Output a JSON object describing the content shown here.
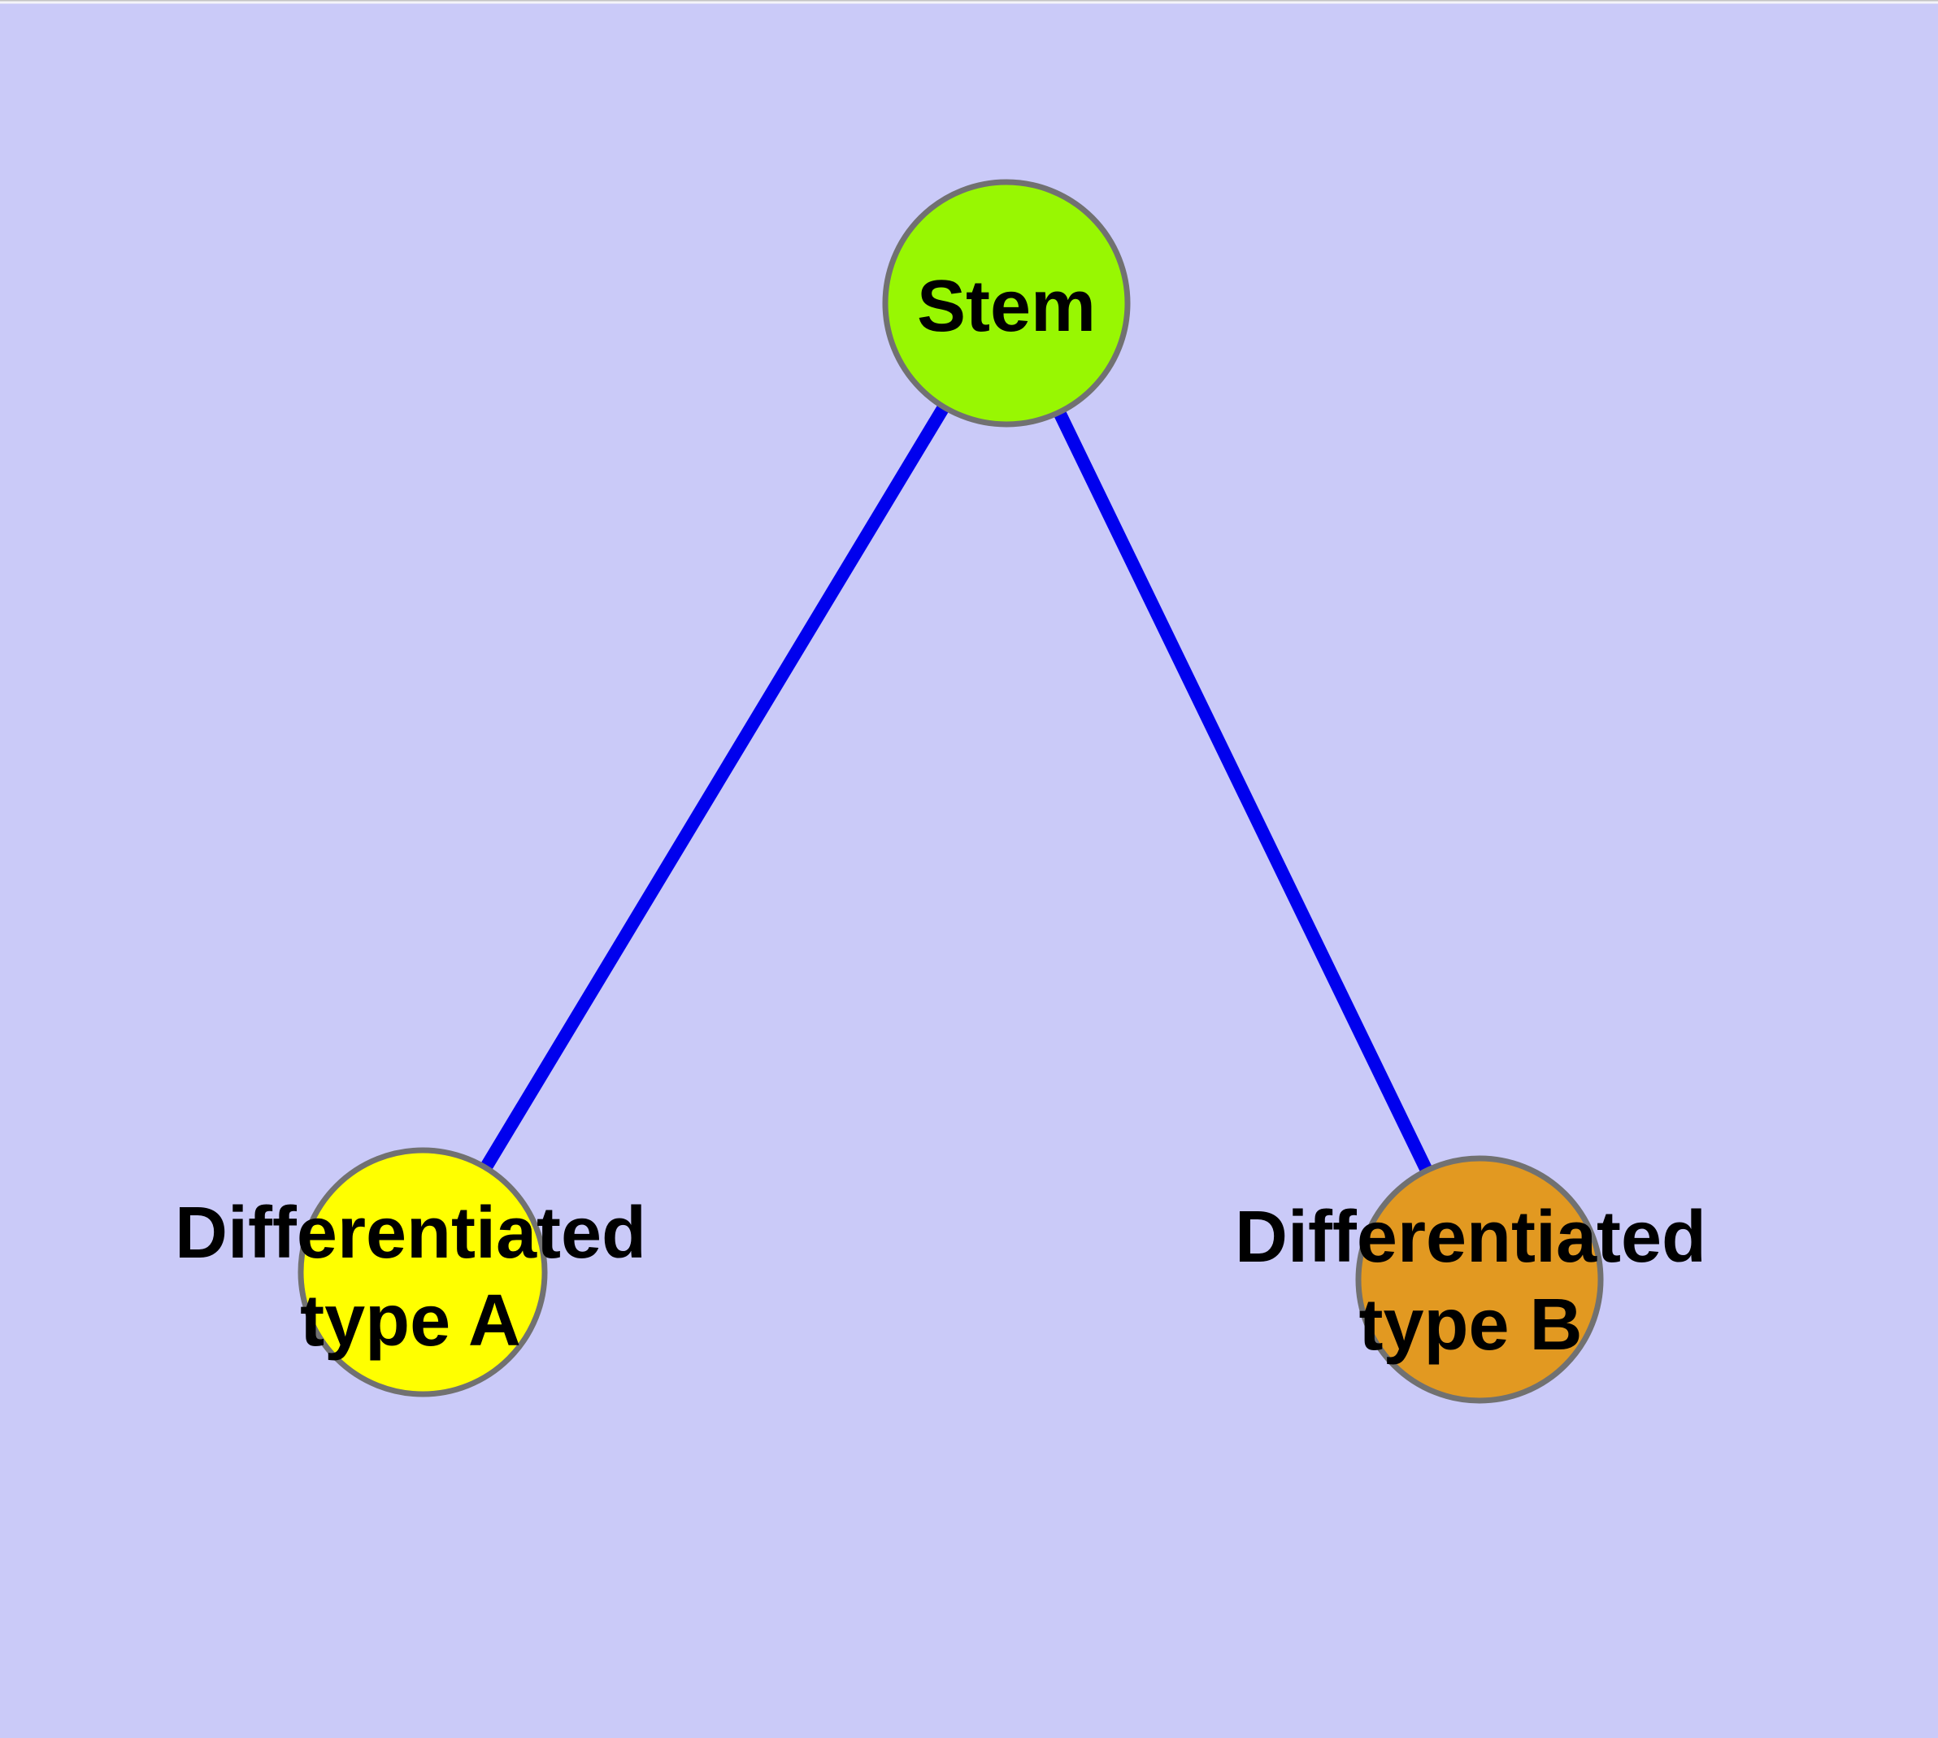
{
  "diagram": {
    "background_color": "#CACAF8",
    "top_border_line_color": "#C4C4C4",
    "top_border_highlight_color": "#F4F4F9",
    "edge_color": "#0000EE",
    "node_border_color": "#717171",
    "label_color": "#000000",
    "nodes": {
      "stem": {
        "label": "Stem",
        "fill_color": "#98F702"
      },
      "type_a": {
        "label_line1": "Differentiated",
        "label_line2": "type A",
        "fill_color": "#FFFF00"
      },
      "type_b": {
        "label_line1": "Differentiated",
        "label_line2": "type B",
        "fill_color": "#E29921"
      }
    },
    "edges": [
      {
        "from": "Stem",
        "to": "Differentiated type A"
      },
      {
        "from": "Stem",
        "to": "Differentiated type B"
      }
    ]
  }
}
